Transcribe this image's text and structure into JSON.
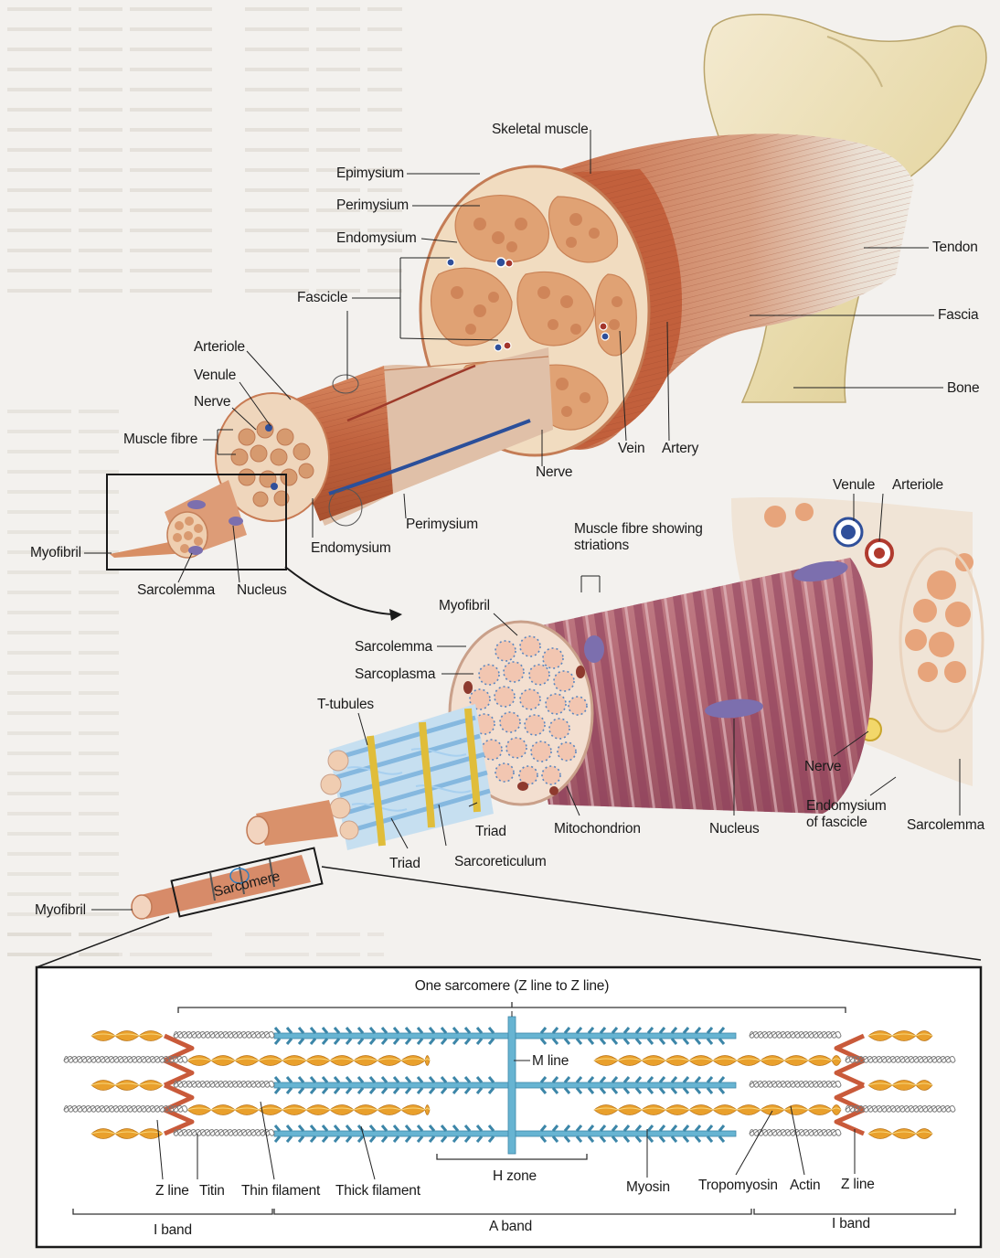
{
  "top_labels": {
    "skeletal_muscle": "Skeletal muscle",
    "epimysium": "Epimysium",
    "perimysium": "Perimysium",
    "endomysium": "Endomysium",
    "fascicle": "Fascicle",
    "arteriole": "Arteriole",
    "venule": "Venule",
    "nerve": "Nerve",
    "muscle_fibre": "Muscle fibre",
    "myofibril": "Myofibril",
    "sarcolemma": "Sarcolemma",
    "nucleus": "Nucleus",
    "endomysium_2": "Endomysium",
    "perimysium_2": "Perimysium",
    "nerve_2": "Nerve",
    "vein": "Vein",
    "artery": "Artery",
    "tendon": "Tendon",
    "fascia": "Fascia",
    "bone": "Bone"
  },
  "middle_labels": {
    "venule": "Venule",
    "arteriole": "Arteriole",
    "muscle_fibre_striations": "Muscle fibre showing striations",
    "myofibril": "Myofibril",
    "sarcolemma": "Sarcolemma",
    "sarcoplasma": "Sarcoplasma",
    "t_tubules": "T-tubules",
    "triad_1": "Triad",
    "triad_2": "Triad",
    "sarcoreticulum": "Sarcoreticulum",
    "mitochondrion": "Mitochondrion",
    "nucleus": "Nucleus",
    "nerve": "Nerve",
    "endomysium_of_fascicle": "Endomysium of fascicle",
    "sarcolemma_2": "Sarcolemma",
    "myofibril_2": "Myofibril",
    "sarcomere": "Sarcomere"
  },
  "sarcomere_panel": {
    "title": "One sarcomere (Z line to Z line)",
    "m_line": "M line",
    "h_zone": "H zone",
    "z_line_left": "Z line",
    "titin": "Titin",
    "thin_filament": "Thin filament",
    "thick_filament": "Thick filament",
    "myosin": "Myosin",
    "tropomyosin": "Tropomyosin",
    "actin": "Actin",
    "z_line_right": "Z line",
    "i_band_left": "I band",
    "a_band": "A band",
    "i_band_right": "I band"
  },
  "colors": {
    "muscle": "#c8704a",
    "bone": "#ece0b4",
    "thick_filament": "#67b4d2",
    "thin_filament": "#e9a02c",
    "z_disc": "#c95a3a",
    "tubule": "#8fc3e6",
    "nucleus": "#7c6fae"
  }
}
